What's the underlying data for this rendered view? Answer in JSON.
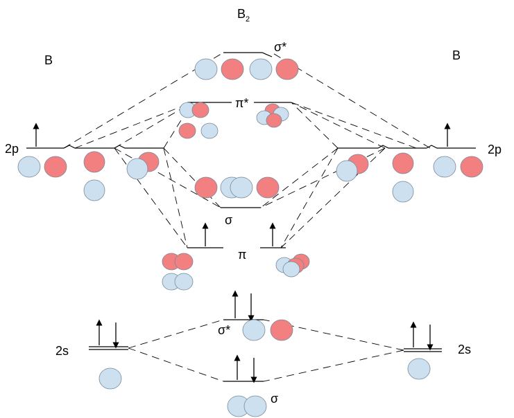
{
  "title": {
    "main": "B",
    "sub": "2"
  },
  "atom_left": "B",
  "atom_right": "B",
  "labels": {
    "two_p_left": "2p",
    "two_p_right": "2p",
    "two_s_left": "2s",
    "two_s_right": "2s",
    "sigma_star_2p": "σ*",
    "pi_star_2p": "π*",
    "sigma_2p": "σ",
    "pi_2p": "π",
    "sigma_star_2s": "σ*",
    "sigma_2s": "σ"
  },
  "colors": {
    "orbital_blue": "#cce0f0",
    "orbital_red": "#f28080",
    "line": "#000000"
  }
}
